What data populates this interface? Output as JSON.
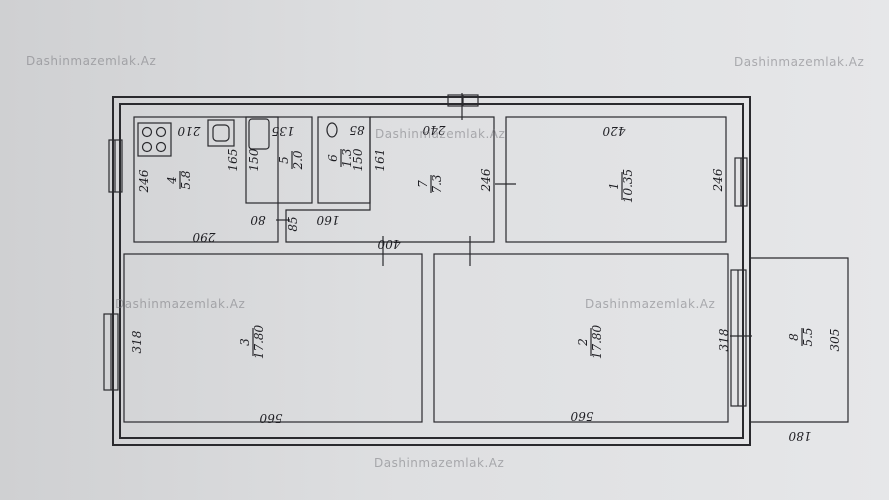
{
  "watermark": "Dashinmazemlak.Az",
  "rooms": [
    {
      "id": "1",
      "area": "10.35"
    },
    {
      "id": "2",
      "area": "17.80"
    },
    {
      "id": "3",
      "area": "17.80"
    },
    {
      "id": "4",
      "area": "5.8"
    },
    {
      "id": "5",
      "area": "2.0"
    },
    {
      "id": "6",
      "area": "1.3"
    },
    {
      "id": "7",
      "area": "7.3"
    },
    {
      "id": "8",
      "area": "5.5"
    }
  ],
  "dimensions": {
    "kitchen_top": "210",
    "kitchen_side": "246",
    "kitchen_bottom": "290",
    "bath_top": "135",
    "bath_side": "150",
    "bath_left": "165",
    "wc_top": "85",
    "wc_side": "150",
    "corridor_top": "240",
    "corridor_left": "161",
    "corridor_bottom": "400",
    "corridor_right": "246",
    "small_80": "80",
    "small_85": "85",
    "small_160": "160",
    "room1_top": "420",
    "room1_side": "246",
    "room3_side": "318",
    "room3_bottom": "560",
    "room2_bottom": "560",
    "room2_side": "318",
    "balcony_side": "305",
    "balcony_bottom": "180"
  }
}
